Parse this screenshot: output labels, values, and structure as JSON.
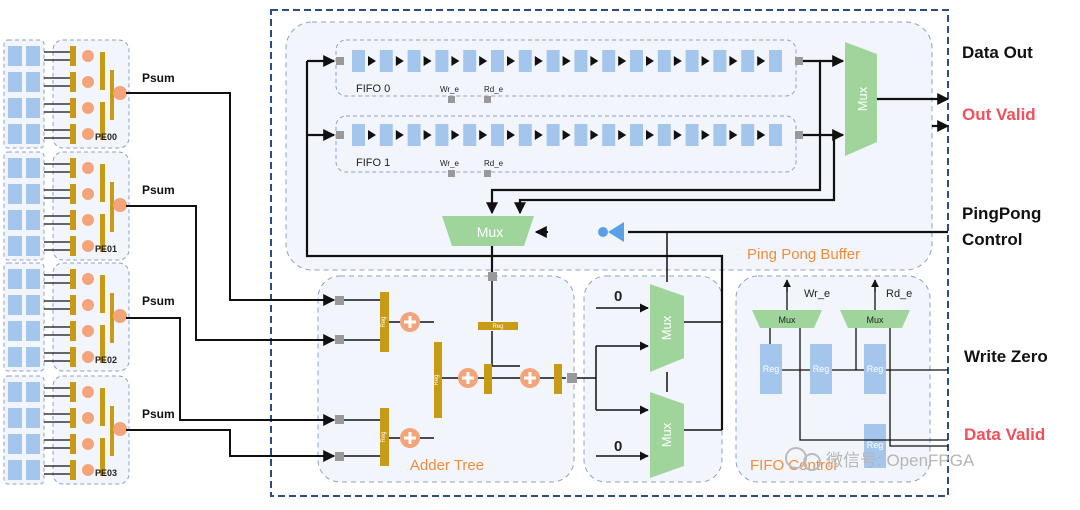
{
  "pe_array": {
    "psum_label": "Psum",
    "units": [
      "PE00",
      "PE01",
      "PE02",
      "PE03"
    ]
  },
  "ping_pong": {
    "title": "Ping Pong Buffer",
    "fifo0": {
      "label": "FIFO 0",
      "wr": "Wr_e",
      "rd": "Rd_e"
    },
    "fifo1": {
      "label": "FIFO 1",
      "wr": "Wr_e",
      "rd": "Rd_e"
    },
    "mux_out": "Mux",
    "mux_in": "Mux"
  },
  "adder_tree": {
    "title": "Adder Tree",
    "reg": "Reg"
  },
  "mux_block": {
    "zero_top": "0",
    "zero_bottom": "0",
    "mux_top": "Mux",
    "mux_bottom": "Mux"
  },
  "fifo_control": {
    "title": "FIFO Control",
    "wr": "Wr_e",
    "rd": "Rd_e",
    "mux_left": "Mux",
    "mux_right": "Mux",
    "reg": "Reg"
  },
  "io": {
    "data_out": "Data Out",
    "out_valid": "Out Valid",
    "pingpong_1": "PingPong",
    "pingpong_2": "Control",
    "write_zero": "Write Zero",
    "data_valid": "Data Valid"
  },
  "watermark": "微信号: OpenFPGA",
  "colors": {
    "red_label": "#f0505a",
    "orange_label": "#f08c3a",
    "mux_green": "#9fd59a",
    "fifo_blue": "#a4c6ec",
    "reg_gold": "#c99a14",
    "dash_border": "#2f4a86",
    "box_fill": "#f2f6fc"
  }
}
